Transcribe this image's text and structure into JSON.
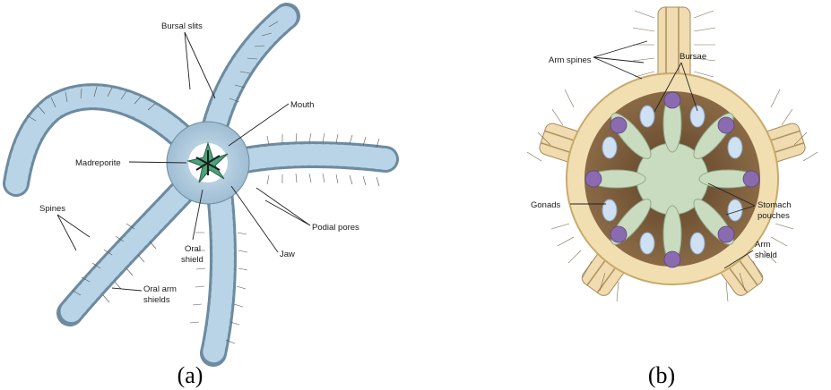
{
  "figure_a": {
    "caption": "(a)",
    "labels": {
      "bursal_slits": "Bursal slits",
      "mouth": "Mouth",
      "madreporite": "Madreporite",
      "spines": "Spines",
      "oral_shield": [
        "Oral",
        "shield"
      ],
      "oral_arm_shields": [
        "Oral arm",
        "shields"
      ],
      "podial_pores": "Podial pores",
      "jaw": "Jaw"
    }
  },
  "figure_b": {
    "caption": "(b)",
    "labels": {
      "arm_spines": "Arm spines",
      "bursae": "Bursae",
      "gonads": "Gonads",
      "stomach_pouches": [
        "Stomach",
        "pouches"
      ],
      "arm_shield": [
        "Arm",
        "shield"
      ]
    }
  },
  "colors": {
    "arm_blue": "#b9d4e6",
    "arm_outline": "#5a7a90",
    "mouth_green": "#4aa37a",
    "disc_tan": "#f1dfb2",
    "disc_rim": "#c9a96a",
    "cavity_brown": "#7a5a3a",
    "stomach_green": "#c9dcbf",
    "gonad_purple": "#8a6bb0",
    "bursa_blue": "#cfe0f2"
  }
}
